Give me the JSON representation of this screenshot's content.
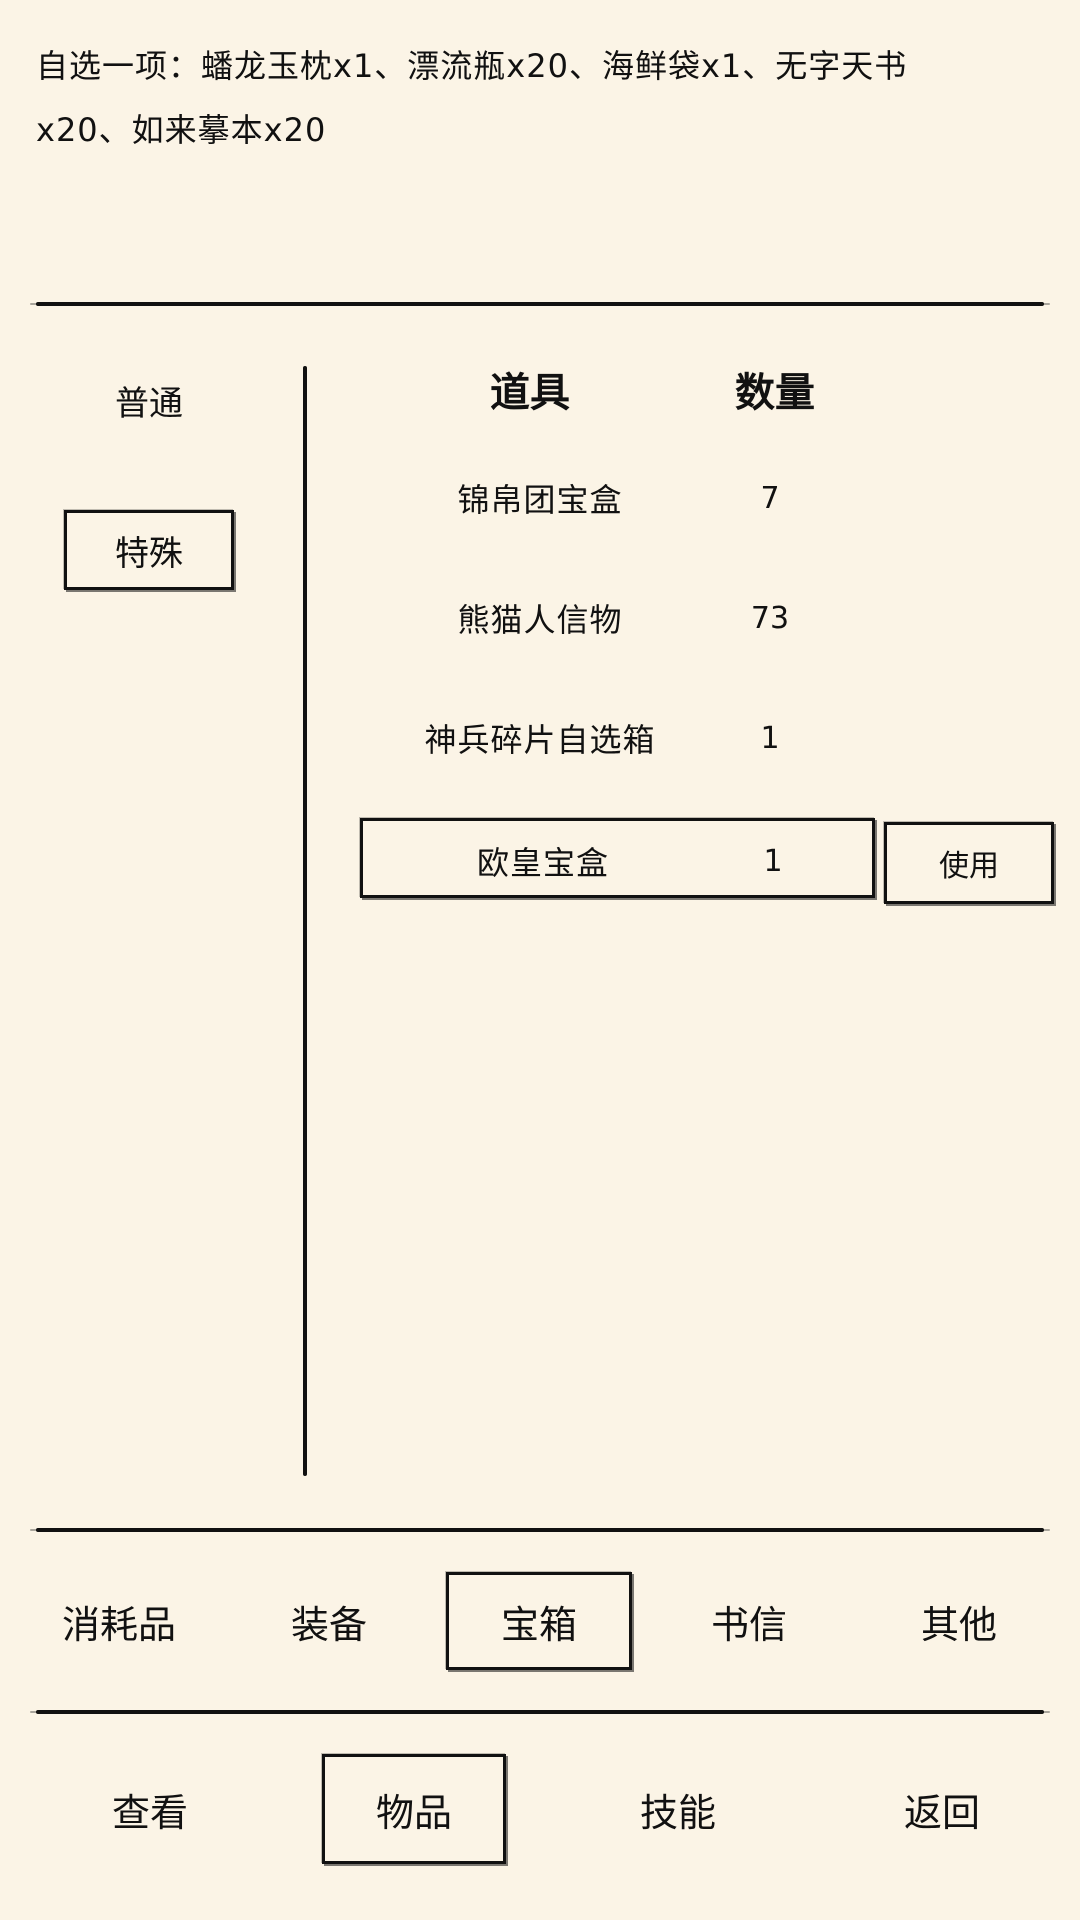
{
  "description": "自选一项：蟠龙玉枕x1、漂流瓶x20、海鲜袋x1、无字天书x20、如来摹本x20",
  "sub_categories": [
    {
      "label": "普通",
      "selected": false
    },
    {
      "label": "特殊",
      "selected": true
    }
  ],
  "table": {
    "headers": {
      "item": "道具",
      "quantity": "数量"
    },
    "rows": [
      {
        "name": "锦帛团宝盒",
        "quantity": "7",
        "selected": false
      },
      {
        "name": "熊猫人信物",
        "quantity": "73",
        "selected": false
      },
      {
        "name": "神兵碎片自选箱",
        "quantity": "1",
        "selected": false
      },
      {
        "name": "欧皇宝盒",
        "quantity": "1",
        "selected": true
      }
    ]
  },
  "use_button_label": "使用",
  "category_tabs": [
    {
      "label": "消耗品",
      "selected": false
    },
    {
      "label": "装备",
      "selected": false
    },
    {
      "label": "宝箱",
      "selected": true
    },
    {
      "label": "书信",
      "selected": false
    },
    {
      "label": "其他",
      "selected": false
    }
  ],
  "bottom_nav": [
    {
      "label": "查看",
      "selected": false
    },
    {
      "label": "物品",
      "selected": true
    },
    {
      "label": "技能",
      "selected": false
    },
    {
      "label": "返回",
      "selected": false
    }
  ],
  "colors": {
    "background": "#fbf4e6",
    "ink": "#111111"
  }
}
